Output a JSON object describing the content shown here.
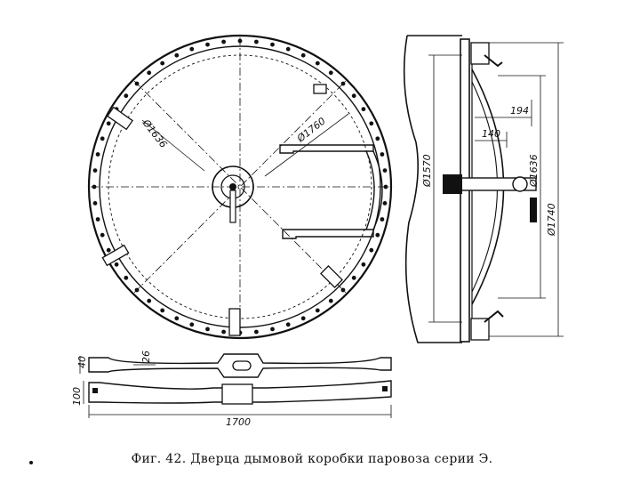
{
  "figure": {
    "caption": "Фиг. 42. Дверца дымовой коробки паровоза серии Э."
  },
  "front_view": {
    "dim_outer_ring": "Ø1760",
    "dim_bolt_circle": "Ø1636"
  },
  "side_view": {
    "dim_depth_total": "194",
    "dim_depth_inner": "140",
    "dim_opening": "Ø1570",
    "dim_bolt_circle": "Ø1636",
    "dim_outer": "Ø1740"
  },
  "bar_view": {
    "dim_thickness_top": "40",
    "dim_gap": "26",
    "dim_thickness_bottom": "100",
    "dim_length": "1700"
  }
}
